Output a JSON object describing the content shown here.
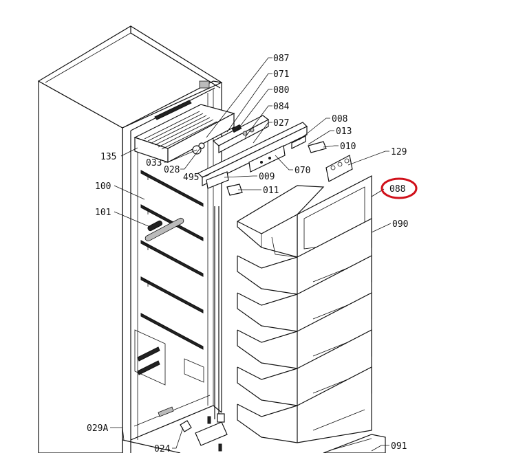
{
  "highlight": {
    "color": "#d0101a",
    "part": "088"
  },
  "labels": {
    "p087": "087",
    "p071": "071",
    "p080": "080",
    "p084": "084",
    "p027": "027",
    "p008": "008",
    "p013": "013",
    "p010": "010",
    "p129": "129",
    "p088": "088",
    "p090": "090",
    "p135": "135",
    "p033": "033",
    "p028": "028",
    "p495": "495",
    "p009": "009",
    "p011": "011",
    "p070": "070",
    "p100": "100",
    "p101": "101",
    "p029a": "029A",
    "p024": "024",
    "p091": "091"
  }
}
